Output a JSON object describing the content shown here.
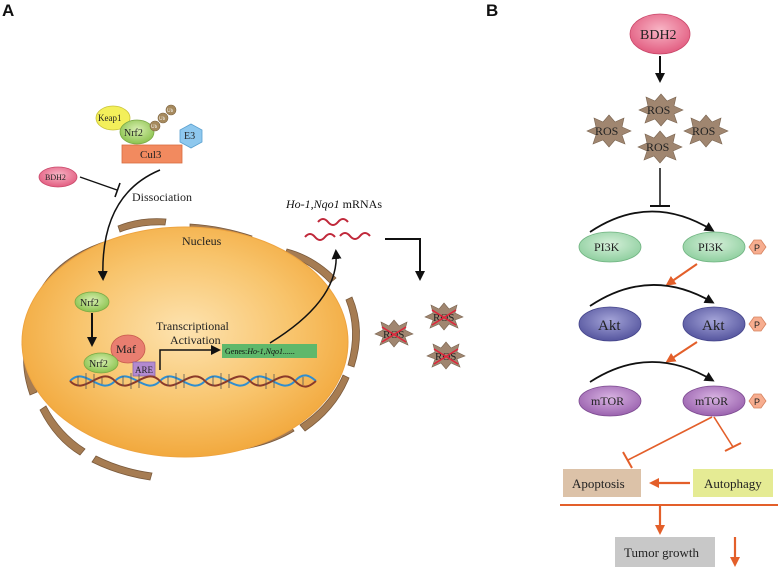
{
  "panels": {
    "a": "A",
    "b": "B"
  },
  "panel_a": {
    "keap1": "Keap1",
    "nrf2": "Nrf2",
    "ub": "Ub",
    "e3": "E3",
    "cul3": "Cul3",
    "bdh2": "BDH2",
    "dissociation": "Dissociation",
    "nucleus": "Nucleus",
    "nrf2_nuclear": "Nrf2",
    "maf": "Maf",
    "nrf2_dna": "Nrf2",
    "are": "ARE",
    "transcriptional": "Transcriptional",
    "activation": "Activation",
    "genes_prefix": "Genes:",
    "genes_italic": "Ho-1,Nqo1......",
    "mrna_italic": "Ho-1,Nqo1",
    "mrna_suffix": " mRNAs",
    "ros": "ROS"
  },
  "panel_b": {
    "bdh2": "BDH2",
    "ros": "ROS",
    "pi3k": "PI3K",
    "akt": "Akt",
    "mtor": "mTOR",
    "phospho": "P",
    "apoptosis": "Apoptosis",
    "autophagy": "Autophagy",
    "tumor_growth": "Tumor growth"
  },
  "colors": {
    "bdh2": "#e9728f",
    "pi3k": "#a9dcb4",
    "akt": "#6f6fb4",
    "mtor": "#b07cc2",
    "apoptosis": "#dcc2a8",
    "autophagy": "#e5eb94",
    "tumor": "#c8c8c8",
    "arrow_orange": "#e35f2a",
    "nucleus": "#f6b24e",
    "ros": "#a08670"
  }
}
